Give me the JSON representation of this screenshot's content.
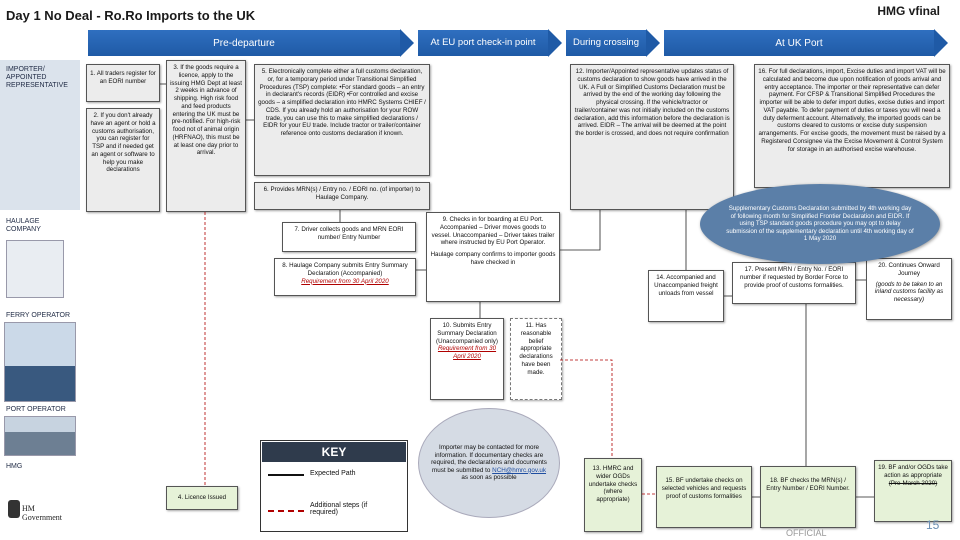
{
  "header": {
    "title": "Day 1 No Deal - Ro.Ro Imports to the UK",
    "version": "HMG vfinal"
  },
  "phases": {
    "pre_departure": "Pre-departure",
    "eu_port": "At EU port check-in point",
    "during_crossing": "During crossing",
    "uk_port": "At UK Port"
  },
  "lanes": {
    "importer": "IMPORTER/ APPOINTED REPRESENTATIVE",
    "haulage": "HAULAGE COMPANY",
    "ferry": "FERRY OPERATOR",
    "port": "PORT OPERATOR",
    "hmg": "HMG"
  },
  "steps": {
    "s1": "1. All traders register for an EORI number",
    "s2": "2. If you don't already have an agent or hold a customs authorisation, you can register for TSP and if needed get an agent or software to help you make declarations",
    "s3": "3. If the goods require a licence, apply to the issuing HMG Dept at least 2 weeks in advance of shipping. High risk food and feed products entering the UK must be pre-notified. For high-risk food not of animal origin (HRFNAO), this must be at least one day prior to arrival.",
    "s5": "5. Electronically complete either a full customs declaration, or, for a temporary period under Transitional Simplified Procedures (TSP) complete: •For standard goods – an entry in declarant's records (EIDR) •For controlled and excise goods – a simplified declaration into HMRC Systems CHIEF / CDS. If you already hold an authorisation for your ROW trade, you can use this to make simplified declarations / EIDR for your EU trade. Include tractor or trailer/container reference onto customs declaration if known.",
    "s6": "6. Provides MRN(s) / Entry no. / EORI no. (of importer) to Haulage Company.",
    "s7": "7. Driver collects goods and MRN EORI number/ Entry Number",
    "s8a": "8. Haulage Company submits Entry Summary Declaration (Accompanied)",
    "s8b": "Requirement from 30 April 2020",
    "s9": "9. Checks in for boarding at EU Port. Accompanied – Driver moves goods to vessel. Unaccompanied – Driver takes trailer where instructed by EU Port Operator.",
    "s9b": "Haulage company confirms to importer goods have checked in",
    "s10a": "10. Submits Entry Summary Declaration (Unaccompanied only)",
    "s10b": "Requirement from 30 April 2020",
    "s11": "11. Has reasonable belief appropriate declarations have been made.",
    "s12": "12. Importer/Appointed representative updates status of customs declaration to show goods have arrived in the UK. A Full or Simplified Customs Declaration must be arrived by the end of the working day following the physical crossing. If the vehicle/tractor or trailer/container was not initially included on the customs declaration, add this information before the declaration is arrived. EIDR – The arrival will be deemed at the point the border is crossed, and does not require confirmation",
    "s13": "13. HMRC and wider OGDs undertake checks (where appropriate)",
    "s14": "14. Accompanied and Unaccompanied freight unloads from vessel",
    "s15": "15. BF undertake checks on selected vehicles and requests proof of customs formalities",
    "s16": "16. For full declarations, import, Excise duties and import VAT will be calculated and become due upon notification of goods arrival and entry acceptance. The importer or their representative can defer payment. For CFSP & Transitional Simplified Procedures the importer will be able to defer import duties, excise duties and import VAT payable. To defer payment of duties or taxes you will need a duty deferment account. Alternatively, the imported goods can be customs cleared to customs or excise duty suspension arrangements. For excise goods, the movement must be raised by a Registered Consignee via the Excise Movement & Control System for storage in an authorised excise warehouse.",
    "s17": "17. Present MRN / Entry No. / EORI number if requested by Border Force to provide proof of customs formalities.",
    "s18": "18. BF checks the MRN(s) / Entry Number / EORI Number.",
    "s19": "19. BF and/or OGDs take action as appropriate",
    "s19b": "(Pre-March 2020)",
    "s20": "20. Continues Onward Journey",
    "s20b": "(goods to be taken to an inland customs facility as necessary)",
    "supp": "Supplementary Customs Declaration submitted by 4th working day of following month for Simplified Frontier Declaration and EIDR. If using TSP standard goods procedure you may opt to delay submission of the supplementary declaration until 4th working day of 1 May 2020",
    "contact": "Importer may be contacted for more information. If documentary checks are required, the declarations and documents must be submitted to",
    "contact_link": "NCH@hmrc.gov.uk",
    "contact_tail": "as soon as possible",
    "s4": "4. Licence Issued"
  },
  "key": {
    "title": "KEY",
    "expected": "Expected Path",
    "additional": "Additional steps (if required)"
  },
  "footer": {
    "classification": "OFFICIAL",
    "page": "15",
    "logo": "HM Government"
  },
  "colors": {
    "banner": "#1f5aa6",
    "oval": "#5b7fa8",
    "lane": "#dbe3ec"
  }
}
